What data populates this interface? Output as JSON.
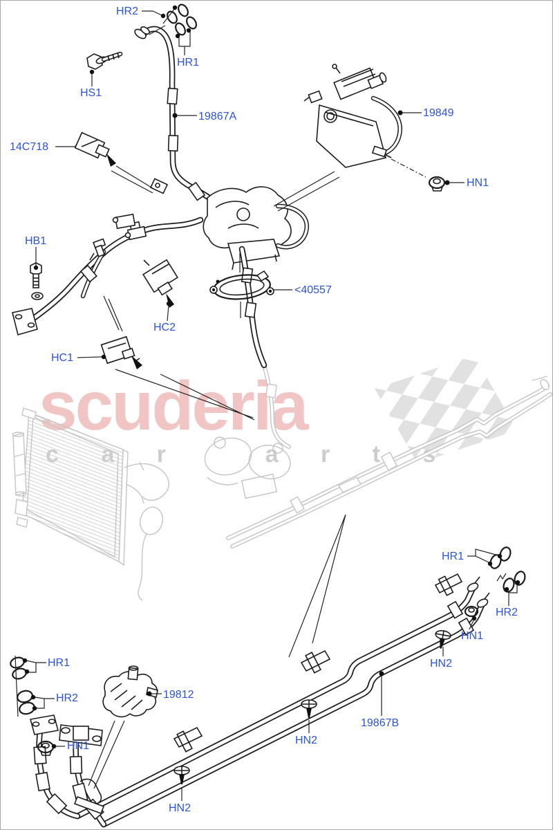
{
  "watermark": {
    "brand": "scuderia",
    "subtitle": "c a r  p a r t s"
  },
  "colors": {
    "label_blue": "#2b52dd",
    "art_black": "#1c1c1c",
    "art_faded": "#c4c4c4",
    "brand_pink": "rgba(224,116,116,0.42)",
    "subtitle_gray": "#cdcdcd"
  },
  "labels": {
    "hr2_top": "HR2",
    "hr1_top": "HR1",
    "hs1": "HS1",
    "p19867a": "19867A",
    "p14c718": "14C718",
    "p19849": "19849",
    "hn1_top_right": "HN1",
    "hb1": "HB1",
    "hc2": "HC2",
    "p40557": "<40557",
    "hc1": "HC1",
    "hr1_right": "HR1",
    "hr2_right": "HR2",
    "hn1_right": "HN1",
    "hn2_right": "HN2",
    "hn2_mid": "HN2",
    "p19867b": "19867B",
    "p19812": "19812",
    "hr1_left": "HR1",
    "hr2_left": "HR2",
    "hn1_left": "HN1",
    "hn2_left": "HN2"
  }
}
